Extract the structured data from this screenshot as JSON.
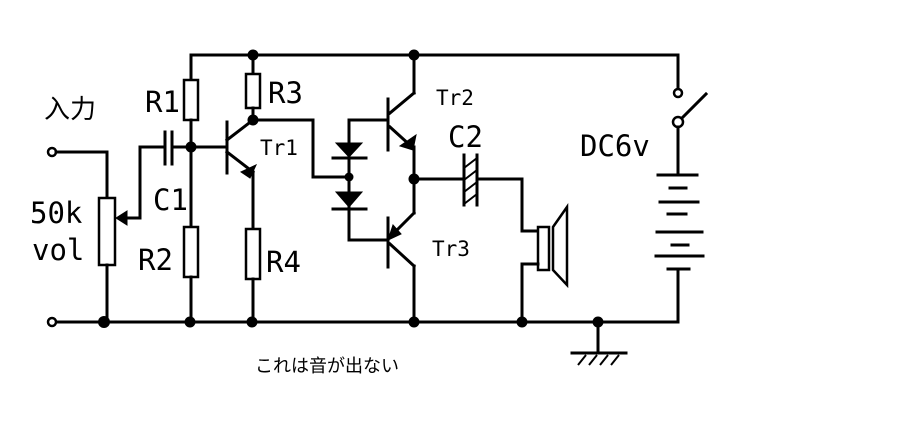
{
  "diagram": {
    "title": "Transistor audio amplifier circuit",
    "caption": "これは音が出ない",
    "labels": {
      "input": "入力",
      "pot_value": "50k",
      "pot_name": "vol",
      "r1": "R1",
      "r2": "R2",
      "r3": "R3",
      "r4": "R4",
      "c1": "C1",
      "c2": "C2",
      "tr1": "Tr1",
      "tr2": "Tr2",
      "tr3": "Tr3",
      "power": "DC6v"
    },
    "components": [
      {
        "id": "vol",
        "type": "potentiometer",
        "value": "50k"
      },
      {
        "id": "C1",
        "type": "capacitor"
      },
      {
        "id": "R1",
        "type": "resistor"
      },
      {
        "id": "R2",
        "type": "resistor"
      },
      {
        "id": "R3",
        "type": "resistor"
      },
      {
        "id": "R4",
        "type": "resistor"
      },
      {
        "id": "Tr1",
        "type": "npn-transistor"
      },
      {
        "id": "D1",
        "type": "diode"
      },
      {
        "id": "D2",
        "type": "diode"
      },
      {
        "id": "Tr2",
        "type": "npn-transistor"
      },
      {
        "id": "Tr3",
        "type": "pnp-transistor"
      },
      {
        "id": "C2",
        "type": "electrolytic-capacitor"
      },
      {
        "id": "SP",
        "type": "speaker"
      },
      {
        "id": "SW",
        "type": "switch"
      },
      {
        "id": "BAT",
        "type": "battery",
        "value": "DC6v"
      },
      {
        "id": "GND",
        "type": "ground"
      }
    ]
  }
}
